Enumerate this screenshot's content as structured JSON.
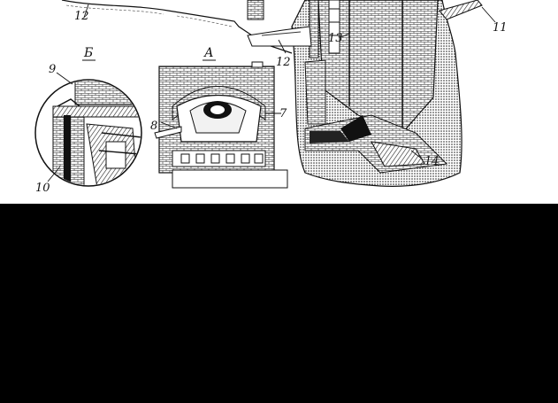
{
  "figure": {
    "view_labels": {
      "b": "Б",
      "a": "А"
    },
    "callouts": [
      "7",
      "8",
      "9",
      "10",
      "11",
      "12",
      "12",
      "13",
      "14"
    ]
  },
  "colors": {
    "ink": "#111111",
    "paper": "#ffffff",
    "background": "#000000"
  }
}
